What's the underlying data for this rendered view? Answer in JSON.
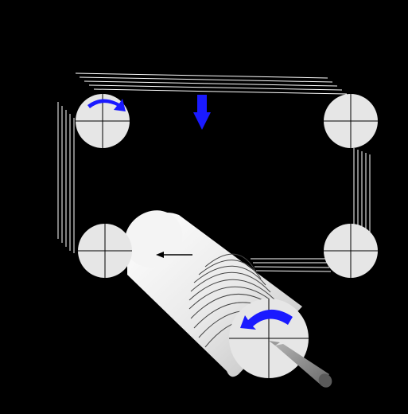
{
  "diagram": {
    "background_color": "#000000",
    "belt_color": "#ffffff",
    "roller_fill": "#e6e6e6",
    "roller_crosshair": "#000000",
    "arrow_color": "#0000ff",
    "drum_highlight": "#ffffff",
    "drum_shade": "#c8c8c8",
    "pen_color": "#8a8a8a",
    "components": [
      {
        "name": "pulley-top-left",
        "kind": "roller-with-rotation-arrow"
      },
      {
        "name": "pulley-top-right",
        "kind": "roller"
      },
      {
        "name": "pulley-bottom-left",
        "kind": "roller"
      },
      {
        "name": "pulley-bottom-right",
        "kind": "roller"
      },
      {
        "name": "drum",
        "kind": "cylinder-with-wound-belt"
      },
      {
        "name": "down-arrow",
        "kind": "blue-direction-arrow"
      },
      {
        "name": "left-arrow",
        "kind": "black-direction-arrow"
      },
      {
        "name": "drum-rotation-arrow",
        "kind": "blue-curved-arrow"
      },
      {
        "name": "stylus",
        "kind": "rod"
      }
    ]
  }
}
